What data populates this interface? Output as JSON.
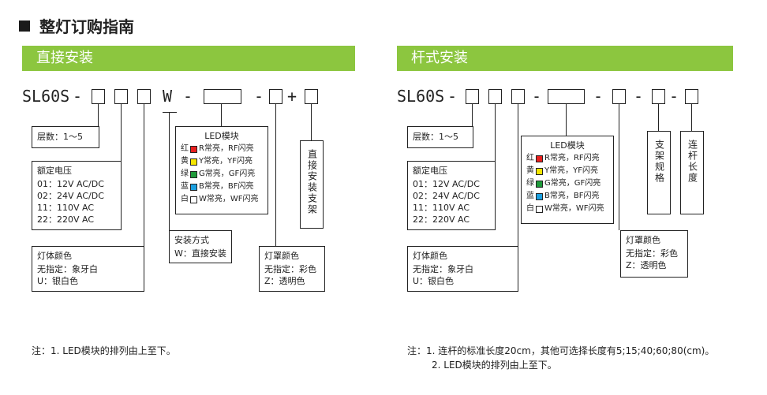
{
  "page_title": "整灯订购指南",
  "left": {
    "section_title": "直接安装",
    "code": {
      "prefix": "SL60S",
      "dash": "-",
      "w": "W",
      "plus": "+"
    },
    "layers": {
      "text": "层数：1～5"
    },
    "voltage": {
      "title": "额定电压",
      "items": [
        "01：12V  AC/DC",
        "02：24V  AC/DC",
        "11：110V  AC",
        "22：220V  AC"
      ]
    },
    "led": {
      "title": "LED模块",
      "items": [
        {
          "name": "红",
          "color": "#e8201e",
          "text": "R常亮，RF闪亮"
        },
        {
          "name": "黄",
          "color": "#f5e600",
          "text": "Y常亮，YF闪亮"
        },
        {
          "name": "绿",
          "color": "#1e9a3a",
          "text": "G常亮，GF闪亮"
        },
        {
          "name": "蓝",
          "color": "#1ba0e0",
          "text": "B常亮，BF闪亮"
        },
        {
          "name": "白",
          "color": "#ffffff",
          "text": "W常亮，WF闪亮"
        }
      ]
    },
    "mount": {
      "title": "安装方式",
      "value": "W：直接安装"
    },
    "bracket": {
      "text": "直接安装支架"
    },
    "body_color": {
      "title": "灯体颜色",
      "items": [
        "无指定：象牙白",
        "U：银白色"
      ]
    },
    "cover_color": {
      "title": "灯罩颜色",
      "items": [
        "无指定：彩色",
        "Z：透明色"
      ]
    },
    "notes": [
      "注：1. LED模块的排列由上至下。"
    ]
  },
  "right": {
    "section_title": "杆式安装",
    "code": {
      "prefix": "SL60S",
      "dash": "-"
    },
    "layers": {
      "text": "层数：1～5"
    },
    "voltage": {
      "title": "额定电压",
      "items": [
        "01：12V  AC/DC",
        "02：24V  AC/DC",
        "11：110V  AC",
        "22：220V  AC"
      ]
    },
    "led": {
      "title": "LED模块",
      "items": [
        {
          "name": "红",
          "color": "#e8201e",
          "text": "R常亮，RF闪亮"
        },
        {
          "name": "黄",
          "color": "#f5e600",
          "text": "Y常亮，YF闪亮"
        },
        {
          "name": "绿",
          "color": "#1e9a3a",
          "text": "G常亮，GF闪亮"
        },
        {
          "name": "蓝",
          "color": "#1ba0e0",
          "text": "B常亮，BF闪亮"
        },
        {
          "name": "白",
          "color": "#ffffff",
          "text": "W常亮，WF闪亮"
        }
      ]
    },
    "bracket_spec": {
      "text": "支架规格"
    },
    "pole_length": {
      "text": "连杆长度"
    },
    "body_color": {
      "title": "灯体颜色",
      "items": [
        "无指定：象牙白",
        "U：银白色"
      ]
    },
    "cover_color": {
      "title": "灯罩颜色",
      "items": [
        "无指定：彩色",
        "Z：透明色"
      ]
    },
    "notes": [
      "注：1. 连杆的标准长度20cm，其他可选择长度有5;15;40;60;80(cm)。",
      "2. LED模块的排列由上至下。"
    ]
  }
}
